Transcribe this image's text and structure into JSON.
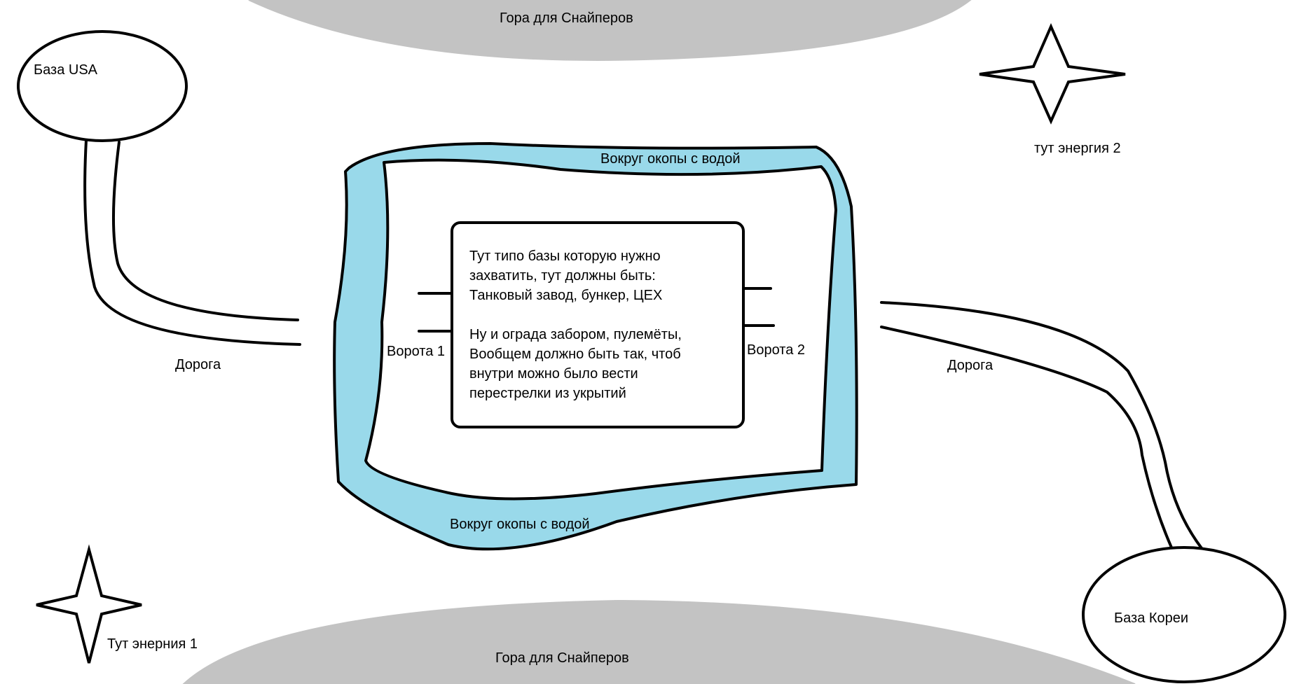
{
  "colors": {
    "mountain": "#c3c3c3",
    "moat": "#99d9ea",
    "outline": "#000000",
    "background": "#ffffff"
  },
  "labels": {
    "mountain_top": "Гора для Снайперов",
    "mountain_bottom": "Гора для Снайперов",
    "base_usa": "База USA",
    "base_korea": "База Кореи",
    "energy_1": "Тут энерния 1",
    "energy_2": "тут энергия 2",
    "road_left": "Дорога",
    "road_right": "Дорога",
    "moat_top": "Вокруг окопы с водой",
    "moat_bottom": "Вокруг окопы с водой",
    "gate_1": "Ворота 1",
    "gate_2": "Ворота 2"
  },
  "center_base": {
    "lines": [
      "Тут типо базы которую нужно",
      "захватить, тут должны быть:",
      "Танковый завод, бункер, ЦЕХ",
      "",
      "Ну и ограда забором, пулемёты,",
      "Вообщем должно быть так, чтоб",
      "внутри можно было вести",
      "перестрелки из укрытий"
    ]
  },
  "icons": {
    "energy_1": "four-point-star-icon",
    "energy_2": "four-point-star-icon"
  }
}
